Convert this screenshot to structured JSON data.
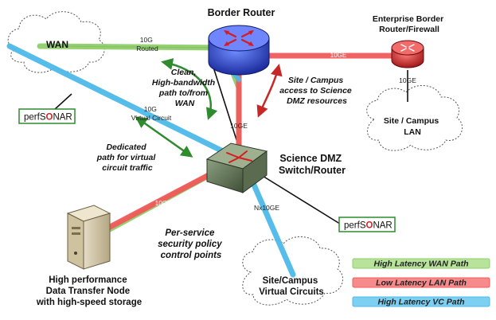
{
  "diagram": {
    "nodes": {
      "wan": "WAN",
      "border_router": "Border Router",
      "enterprise_router": [
        "Enterprise Border",
        "Router/Firewall"
      ],
      "site_lan": [
        "Site / Campus",
        "LAN"
      ],
      "science_dmz": [
        "Science DMZ",
        "Switch/Router"
      ],
      "dtn": [
        "High performance",
        "Data Transfer Node",
        "with high-speed storage"
      ],
      "site_vc": [
        "Site/Campus",
        "Virtual Circuits"
      ],
      "perfsonar_a": {
        "prefix": "perfS",
        "o": "O",
        "suffix": "NAR"
      },
      "perfsonar_b": {
        "prefix": "perfS",
        "o": "O",
        "suffix": "NAR"
      }
    },
    "link_labels": {
      "routed": [
        "10G",
        "Routed"
      ],
      "virtual_circuit": [
        "10G",
        "Virtual Circuit"
      ],
      "ent_link": "10GE",
      "ent_down": "10GE",
      "border_down": "10GE",
      "dtn_link": "10GE",
      "vc_link": "Nx10GE"
    },
    "annotations": {
      "clean_path": [
        "Clean,",
        "High-bandwidth",
        "path to/from",
        "WAN"
      ],
      "site_access": [
        "Site / Campus",
        "access to Science",
        "DMZ resources"
      ],
      "dedicated": [
        "Dedicated",
        "path for virtual",
        "circuit traffic"
      ],
      "policy": [
        "Per-service",
        "security policy",
        "control points"
      ]
    },
    "legend": [
      {
        "label": "High Latency WAN Path",
        "color": "#8fcf6a"
      },
      {
        "label": "Low Latency LAN Path",
        "color": "#f05a5a"
      },
      {
        "label": "High Latency VC Path",
        "color": "#4db8e8"
      }
    ],
    "colors": {
      "wan_path": "#8fcf6a",
      "lan_path": "#f05a5a",
      "vc_path": "#4db8e8",
      "arrow": "#2e8b2e",
      "router": "#3b4fd0",
      "enterprise": "#d83030"
    }
  }
}
